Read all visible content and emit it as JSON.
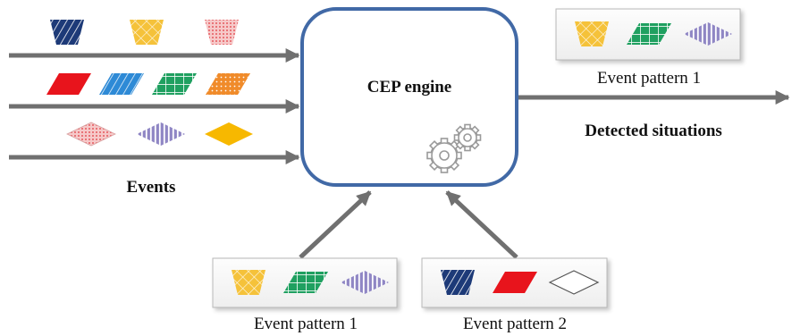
{
  "diagram": {
    "engine_label": "CEP engine",
    "events_label": "Events",
    "output_label": "Detected situations",
    "output_pattern_label": "Event pattern 1",
    "bottom_pattern_1_label": "Event pattern 1",
    "bottom_pattern_2_label": "Event pattern 2",
    "engine_icon": "gears-icon",
    "colors": {
      "arrow": "#707070",
      "engine_border": "#4169a6",
      "navy": "#1d3a78",
      "yellow": "#f5c23a",
      "pink": "#f4b8b8",
      "red": "#e8141c",
      "blue": "#2e8ad6",
      "green": "#1fa060",
      "orange": "#f08b2a",
      "purple": "#8f86c4",
      "gold": "#f7b800"
    },
    "event_rows": [
      [
        "navy-striped-trapezoid",
        "yellow-crosshatch-trapezoid",
        "pink-dotted-trapezoid"
      ],
      [
        "red-parallelogram",
        "blue-striped-parallelogram",
        "green-grid-parallelogram",
        "orange-dotted-parallelogram"
      ],
      [
        "pink-dotted-diamond",
        "purple-striped-diamond",
        "gold-diamond"
      ]
    ],
    "pattern_1_shapes": [
      "yellow-crosshatch-trapezoid",
      "green-grid-parallelogram",
      "purple-striped-diamond"
    ],
    "pattern_2_shapes": [
      "navy-striped-trapezoid",
      "red-parallelogram",
      "white-diamond"
    ]
  }
}
